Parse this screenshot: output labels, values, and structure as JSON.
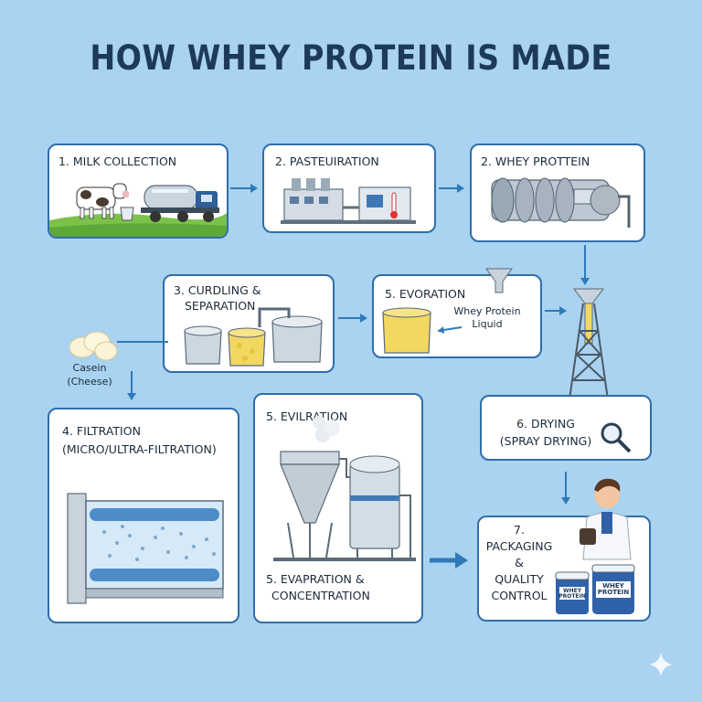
{
  "title": "HOW WHEY PROTEIN IS MADE",
  "steps": {
    "milk_collection": "1. MILK COLLECTION",
    "pasteurization": "2. PASTEUIRATION",
    "whey_protein": "2. WHEY PROTTEIN",
    "curdling_line1": "3. CURDLING &",
    "curdling_line2": "SEPARATION",
    "evoration": "5. EVORATION",
    "whey_liquid_line1": "Whey Protein",
    "whey_liquid_line2": "Liquid",
    "casein_line1": "Casein",
    "casein_line2": "(Cheese)",
    "filtration_line1": "4. FILTRATION",
    "filtration_line2": "(MICRO/ULTRA-FILTRATION)",
    "evilration": "5. EVILRATION",
    "evapration_line1": "5. EVAPRATION &",
    "evapration_line2": "CONCENTRATION",
    "drying_line1": "6. DRYING",
    "drying_line2": "(SPRAY DRYING)",
    "packaging_line1": "7.",
    "packaging_line2": "PACKAGING",
    "packaging_line3": "&",
    "packaging_line4": "QUALITY",
    "packaging_line5": "CONTROL"
  },
  "tub_label": "WHEY PROTEIN",
  "colors": {
    "background": "#a9d3f0",
    "card_border": "#2f6ea8",
    "title": "#1d3a5c",
    "arrow": "#2f7ab8",
    "steel": "#c7d2dc",
    "whey_liquid": "#f2d860"
  }
}
